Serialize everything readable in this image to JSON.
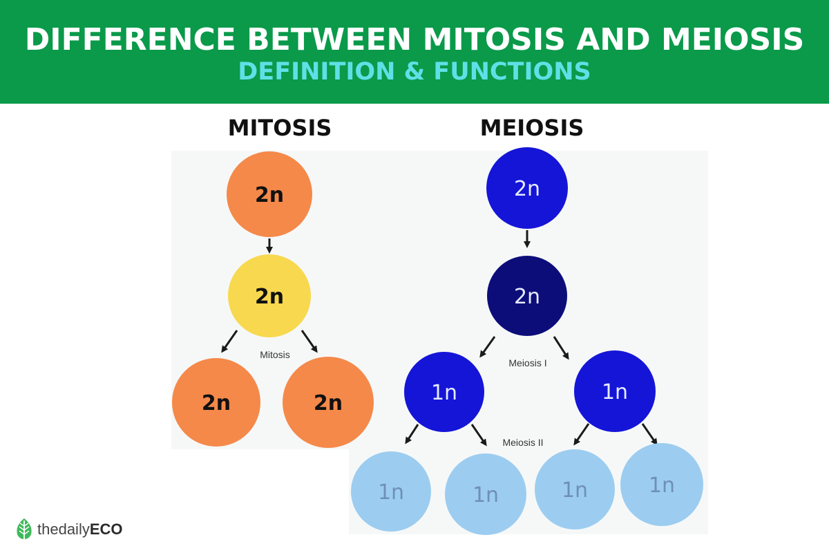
{
  "header": {
    "title": "DIFFERENCE BETWEEN MITOSIS AND MEIOSIS",
    "subtitle": "DEFINITION & FUNCTIONS"
  },
  "colors": {
    "banner": "#0a9a4a",
    "subtitle": "#5fe0e6",
    "mitosis_parent": "#f5894a",
    "mitosis_stage": "#f8d84e",
    "mitosis_daughter": "#f5894a",
    "meiosis_parent": "#1515d8",
    "meiosis_stage": "#0d0d7a",
    "meiosis_haploid": "#1515d8",
    "meiosis_gamete": "#9ccdf0"
  },
  "mitosis": {
    "title": "MITOSIS",
    "parent": "2n",
    "stage": "2n",
    "division_label": "Mitosis",
    "daughters": [
      "2n",
      "2n"
    ]
  },
  "meiosis": {
    "title": "MEIOSIS",
    "parent": "2n",
    "stage": "2n",
    "division1_label": "Meiosis I",
    "haploids": [
      "1n",
      "1n"
    ],
    "division2_label": "Meiosis II",
    "gametes": [
      "1n",
      "1n",
      "1n",
      "1n"
    ]
  },
  "brand": {
    "logo_icon": "leaf-icon",
    "name_prefix": "thedaily",
    "name_suffix": "ECO"
  }
}
